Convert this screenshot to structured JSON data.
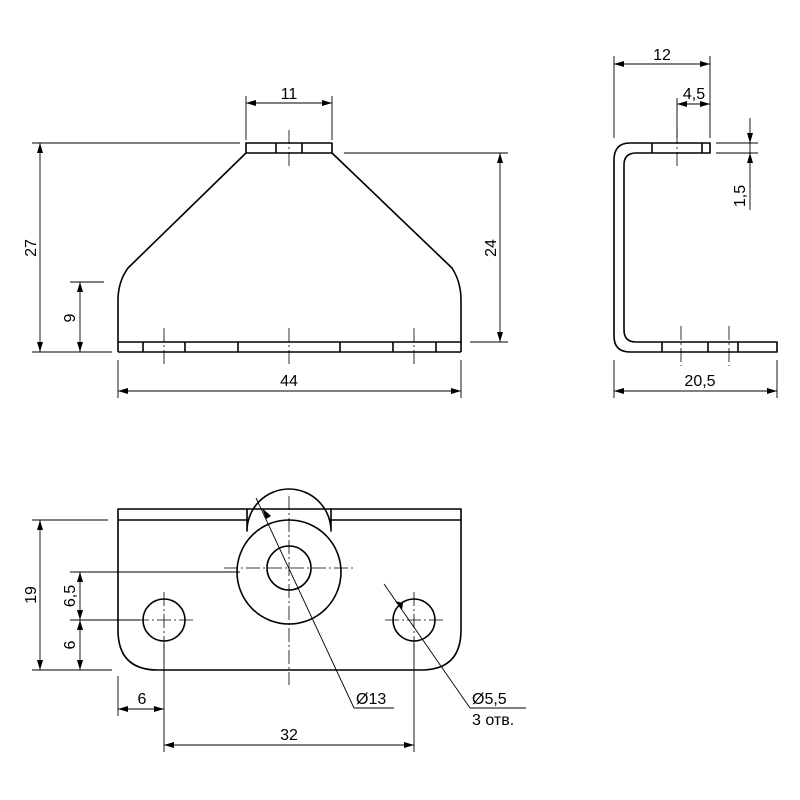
{
  "drawing": {
    "front_view": {
      "dim_top_width": "11",
      "dim_total_height": "27",
      "dim_flange_height": "24",
      "dim_side_height": "9",
      "dim_total_width": "44"
    },
    "side_view": {
      "dim_top_width": "12",
      "dim_offset": "4,5",
      "dim_thickness": "1,5",
      "dim_bottom_width": "20,5"
    },
    "top_view": {
      "dim_height": "19",
      "dim_hole_offset_upper": "6,5",
      "dim_hole_offset_lower": "6",
      "dim_left_edge": "6",
      "dim_hole_spacing": "32",
      "dim_large_diameter": "Ø13",
      "dim_small_diameter": "Ø5,5",
      "hole_count_note": "3 отв."
    }
  }
}
